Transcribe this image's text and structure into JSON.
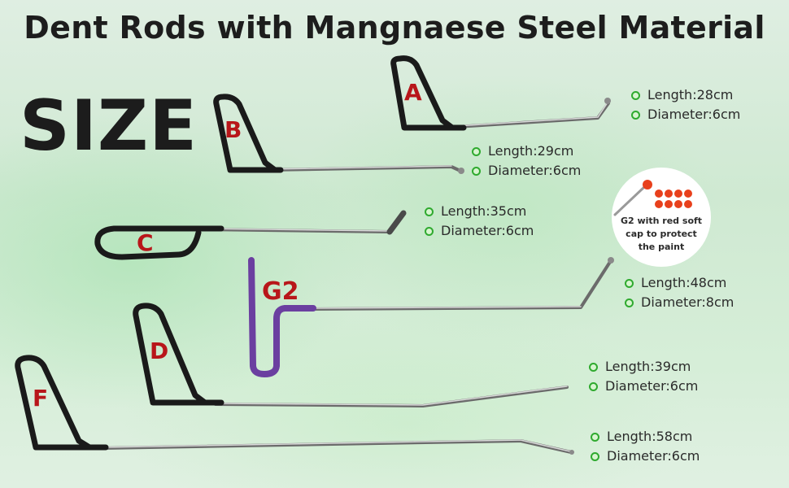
{
  "title": "Dent Rods with Mangnaese Steel Material",
  "size_word": "SIZE",
  "rods": [
    {
      "id": "A",
      "length": "Length:28cm",
      "diameter": "Diameter:6cm"
    },
    {
      "id": "B",
      "length": "Length:29cm",
      "diameter": "Diameter:6cm"
    },
    {
      "id": "C",
      "length": "Length:35cm",
      "diameter": "Diameter:6cm"
    },
    {
      "id": "G2",
      "length": "Length:48cm",
      "diameter": "Diameter:8cm"
    },
    {
      "id": "D",
      "length": "Length:39cm",
      "diameter": "Diameter:6cm"
    },
    {
      "id": "F",
      "length": "Length:58cm",
      "diameter": "Diameter:6cm"
    }
  ],
  "badge": {
    "line1": "G2 with red soft",
    "line2": "cap to protect",
    "line3": "the paint"
  },
  "colors": {
    "handle": "#1a1a1a",
    "g2_handle": "#6b3fa0",
    "label_red": "#b8161a",
    "bullet_green": "#2faa2f",
    "cap_red": "#e8401c"
  }
}
